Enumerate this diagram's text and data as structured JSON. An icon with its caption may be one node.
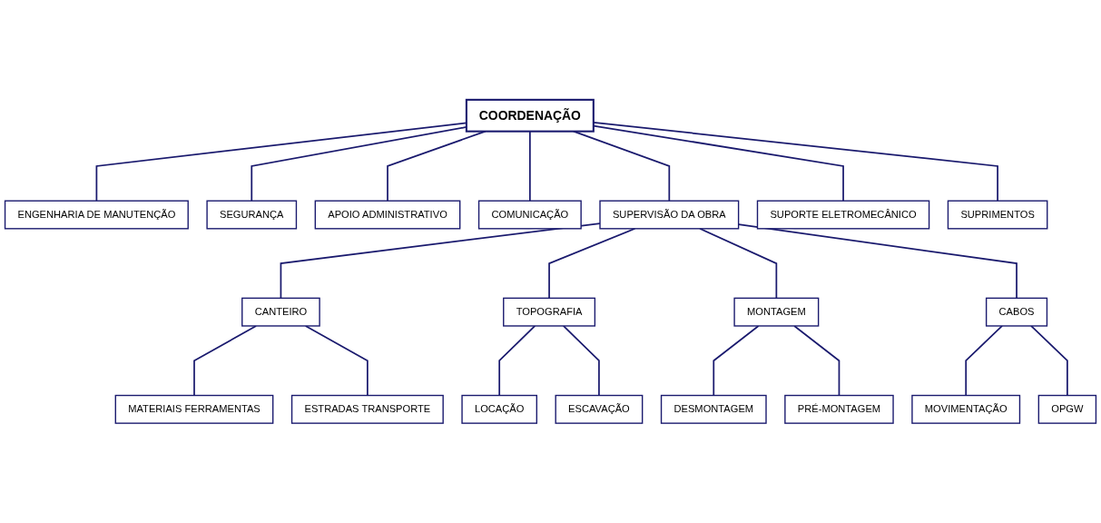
{
  "diagram": {
    "nodes": [
      {
        "text": [
          "COORDENAÇÃO"
        ]
      },
      {
        "text": [
          "ENGENHARIA DE MANUTENÇÃO"
        ]
      },
      {
        "text": [
          "SEGURANÇA"
        ]
      },
      {
        "text": [
          "APOIO ADMINISTRATIVO"
        ]
      },
      {
        "text": [
          "COMUNICAÇÃO"
        ]
      },
      {
        "text": [
          "SUPERVISÃO DA OBRA"
        ]
      },
      {
        "text": [
          "SUPORTE ELETROMECÂNICO"
        ]
      },
      {
        "text": [
          "SUPRIMENTOS"
        ]
      },
      {
        "text": [
          "CANTEIRO"
        ]
      },
      {
        "text": [
          "TOPOGRAFIA"
        ]
      },
      {
        "text": [
          "MONTAGEM"
        ]
      },
      {
        "text": [
          "CABOS"
        ]
      },
      {
        "text": [
          "MATERIAIS FERRAMENTAS"
        ]
      },
      {
        "text": [
          "ESTRADAS TRANSPORTE"
        ]
      },
      {
        "text": [
          "LOCAÇÃO"
        ]
      },
      {
        "text": [
          "ESCAVAÇÃO"
        ]
      },
      {
        "text": [
          "DESMONTAGEM"
        ]
      },
      {
        "text": [
          "PRÉ-MONTAGEM"
        ]
      },
      {
        "text": [
          "MOVIMENTAÇÃO"
        ]
      },
      {
        "text": [
          "OPGW"
        ]
      }
    ],
    "edges": [
      {
        "from": 0,
        "to": 1,
        "arrow": "none"
      },
      {
        "from": 0,
        "to": 2,
        "arrow": "none"
      },
      {
        "from": 0,
        "to": 3,
        "arrow": "none"
      },
      {
        "from": 0,
        "to": 4,
        "arrow": "none"
      },
      {
        "from": 0,
        "to": 5,
        "arrow": "none"
      },
      {
        "from": 0,
        "to": 6,
        "arrow": "none"
      },
      {
        "from": 0,
        "to": 7,
        "arrow": "none"
      },
      {
        "from": 5,
        "to": 8,
        "arrow": "none"
      },
      {
        "from": 5,
        "to": 9,
        "arrow": "none"
      },
      {
        "from": 5,
        "to": 10,
        "arrow": "none"
      },
      {
        "from": 5,
        "to": 11,
        "arrow": "none"
      },
      {
        "from": 8,
        "to": 12,
        "arrow": "none"
      },
      {
        "from": 8,
        "to": 13,
        "arrow": "none"
      },
      {
        "from": 9,
        "to": 14,
        "arrow": "none"
      },
      {
        "from": 9,
        "to": 15,
        "arrow": "none"
      },
      {
        "from": 10,
        "to": 16,
        "arrow": "none"
      },
      {
        "from": 10,
        "to": 17,
        "arrow": "none"
      },
      {
        "from": 11,
        "to": 18,
        "arrow": "none"
      },
      {
        "from": 11,
        "to": 19,
        "arrow": "none"
      }
    ]
  }
}
